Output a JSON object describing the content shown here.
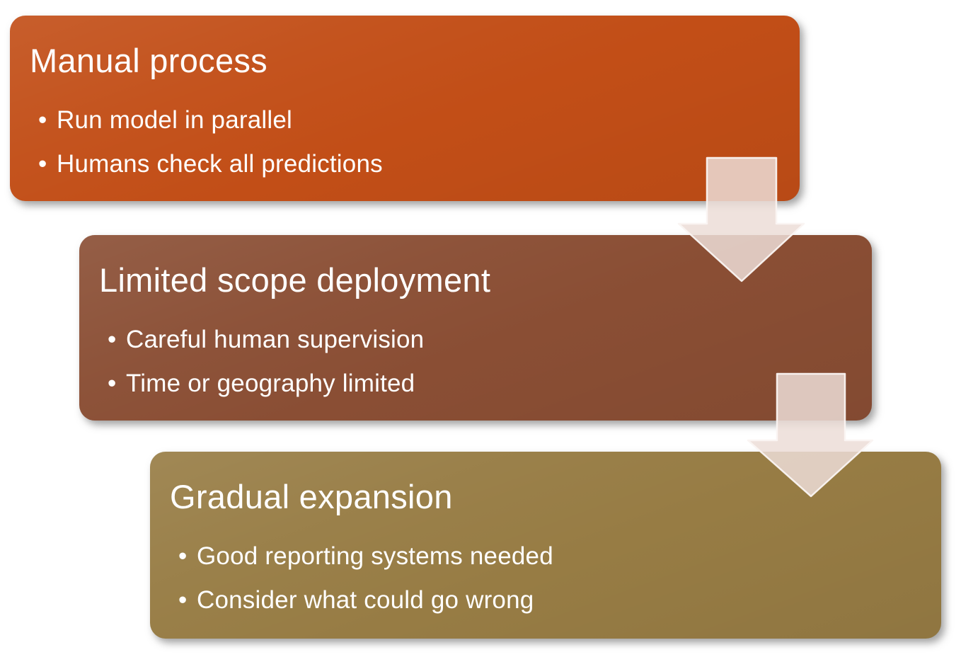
{
  "diagram": {
    "type": "step-down-process",
    "background": "#ffffff",
    "text_color": "#ffffff",
    "bullet_char": "•",
    "steps": [
      {
        "title": "Manual process",
        "bullets": [
          "Run model in parallel",
          "Humans check all predictions"
        ],
        "color": "#c24e17"
      },
      {
        "title": "Limited scope deployment",
        "bullets": [
          "Careful human supervision",
          "Time or geography limited"
        ],
        "color": "#8a4e34"
      },
      {
        "title": "Gradual expansion",
        "bullets": [
          "Good reporting systems needed",
          "Consider what could go wrong"
        ],
        "color": "#977c44"
      }
    ],
    "arrow": {
      "direction": "down",
      "fill": "rgba(236,221,215,0.85)",
      "stroke": "rgba(250,244,242,0.95)"
    }
  }
}
